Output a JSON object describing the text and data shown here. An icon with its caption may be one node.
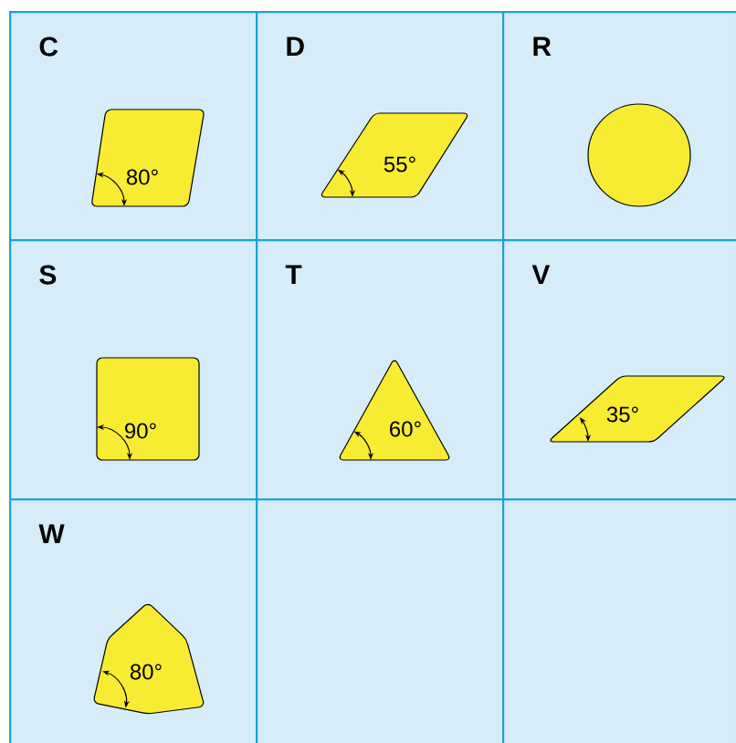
{
  "diagram": {
    "nodes": [
      {
        "text": [
          "C"
        ]
      },
      {
        "text": [
          "80°"
        ],
        "in": 0
      },
      {
        "text": [
          "D"
        ]
      },
      {
        "text": [
          "55°"
        ],
        "in": 2
      },
      {
        "text": [
          "R"
        ]
      },
      {
        "text": [],
        "shape": "circle",
        "in": 4
      },
      {
        "text": [
          "S"
        ]
      },
      {
        "text": [
          "90°"
        ],
        "in": 6
      },
      {
        "text": [
          "T"
        ]
      },
      {
        "text": [
          "60°"
        ],
        "in": 8
      },
      {
        "text": [
          "V"
        ]
      },
      {
        "text": [
          "35°"
        ],
        "in": 10
      },
      {
        "text": [
          "W"
        ]
      },
      {
        "text": [
          "80°"
        ],
        "in": 12
      },
      {
        "text": [],
        "shape": "box"
      },
      {
        "text": [],
        "shape": "box"
      }
    ]
  }
}
